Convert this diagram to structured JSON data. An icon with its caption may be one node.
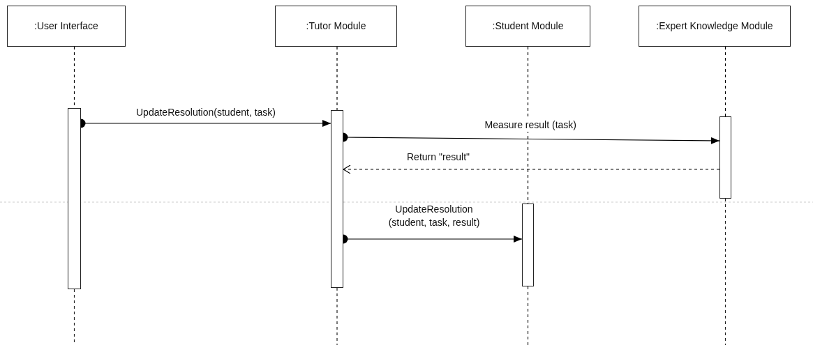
{
  "diagram": {
    "nodes": [
      {
        "text": [
          ":User Interface"
        ]
      },
      {
        "text": [
          ":Tutor Module"
        ]
      },
      {
        "text": [
          ":Student Module"
        ]
      },
      {
        "text": [
          ":Expert Knowledge Module"
        ]
      },
      {
        "text": [],
        "shape": "bar"
      },
      {
        "text": [],
        "shape": "bar"
      },
      {
        "text": [],
        "shape": "bar"
      },
      {
        "text": [],
        "shape": "bar"
      }
    ],
    "edges": [
      {
        "from": 0,
        "to": 4,
        "arrow": "none",
        "style": "dashed"
      },
      {
        "from": 1,
        "to": 5,
        "arrow": "none",
        "style": "dashed"
      },
      {
        "from": 3,
        "to": 6,
        "arrow": "none",
        "style": "dashed"
      },
      {
        "from": 2,
        "to": 7,
        "arrow": "none",
        "style": "dashed"
      },
      {
        "from": 4,
        "to": 5,
        "arrow": "to",
        "label": "UpdateResolution(student, task)"
      },
      {
        "from": 5,
        "to": 6,
        "arrow": "to",
        "label": "Measure result (task)"
      },
      {
        "from": 6,
        "to": 5,
        "arrow": "to",
        "label": "Return \"result\"",
        "style": "dashed"
      },
      {
        "from": 5,
        "to": 7,
        "arrow": "to",
        "label": "UpdateResolution (student, task, result)"
      }
    ]
  }
}
